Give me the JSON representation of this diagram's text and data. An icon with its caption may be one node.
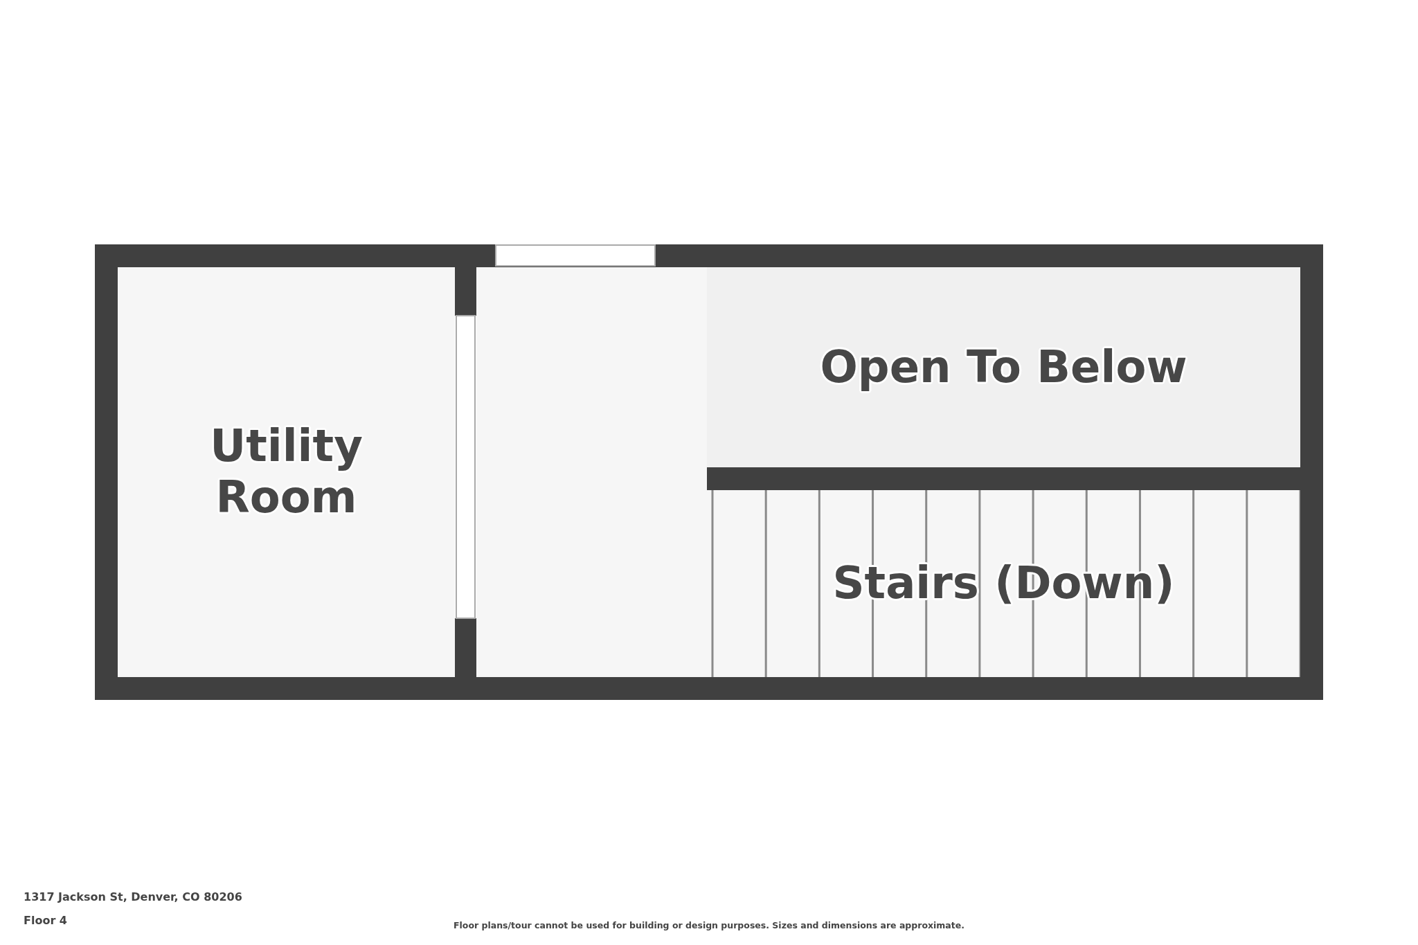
{
  "diagram": {
    "nodes": [
      {
        "text": [
          "Utility Room"
        ]
      },
      {
        "text": [],
        "shape": "box"
      },
      {
        "text": [
          "Open To Below"
        ]
      },
      {
        "text": [
          "Stairs (Down)"
        ]
      }
    ],
    "labels": [
      "1317 Jackson St, Denver, CO 80206",
      "Floor 4",
      "Floor plans/tour cannot be used for building or design purposes. Sizes and dimensions are approximate."
    ]
  }
}
